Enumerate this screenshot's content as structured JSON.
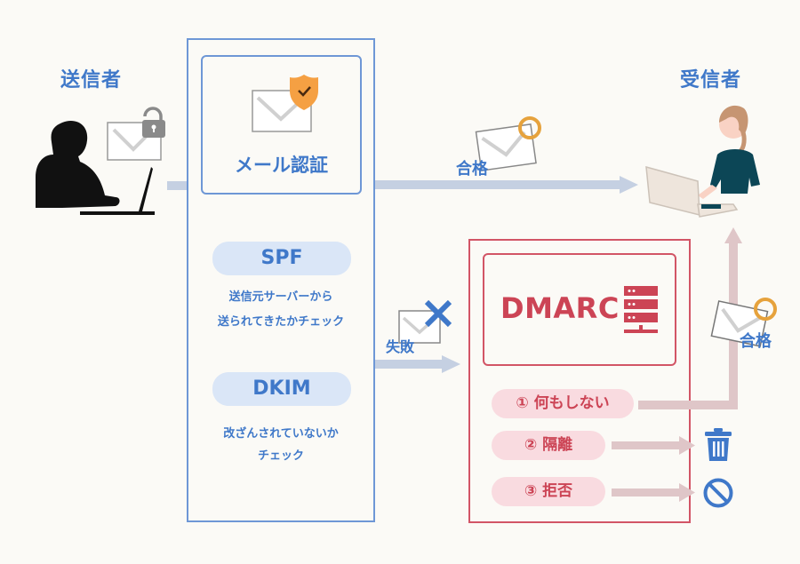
{
  "sender": {
    "label": "送信者",
    "icons": [
      "person-at-laptop-icon",
      "locked-envelope-icon"
    ]
  },
  "receiver": {
    "label": "受信者",
    "icons": [
      "woman-at-laptop-icon"
    ]
  },
  "auth": {
    "card_title": "メール認証",
    "card_icon": "shield-envelope-icon",
    "spf": {
      "label": "SPF",
      "description_line1": "送信元サーバーから",
      "description_line2": "送られてきたかチェック"
    },
    "dkim": {
      "label": "DKIM",
      "description_line1": "改ざんされていないか",
      "description_line2": "チェック"
    }
  },
  "flows": {
    "pass_label": "合格",
    "fail_label": "失敗",
    "dmarc_pass_label": "合格"
  },
  "dmarc": {
    "title": "DMARC",
    "icon": "server-icon",
    "policies": [
      {
        "label": "① 何もしない",
        "outcome": "deliver"
      },
      {
        "label": "② 隔離",
        "outcome": "trash-icon"
      },
      {
        "label": "③ 拒否",
        "outcome": "prohibited-icon"
      }
    ]
  },
  "colors": {
    "background": "#fbfaf6",
    "blue": "#3f78c9",
    "blue_border": "#6e97d6",
    "blue_arrow": "#c5d0e2",
    "red": "#cc4455",
    "red_arrow": "#dfc6c8",
    "pink_pill": "#f9dbe0",
    "blue_pill": "#dae6f7",
    "gold": "#e6a23c"
  }
}
